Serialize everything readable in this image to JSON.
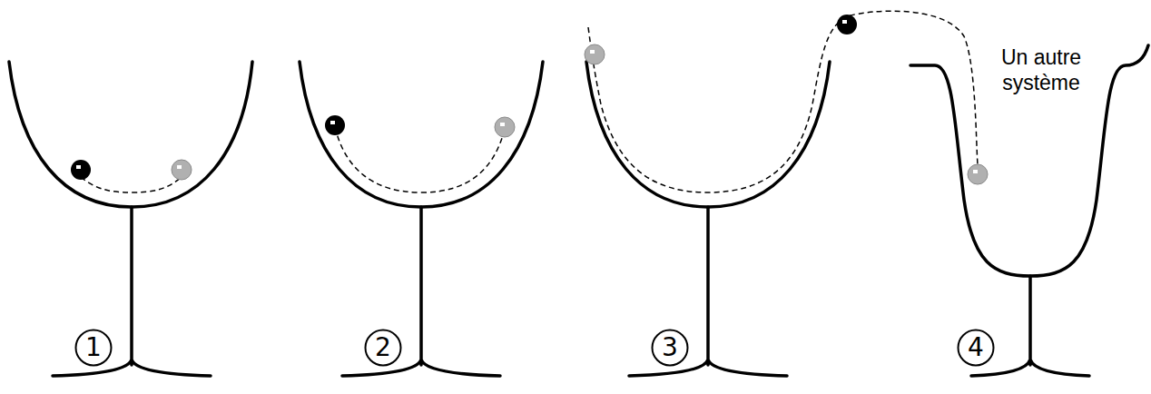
{
  "diagram": {
    "nodes": [
      {
        "text": [
          "1"
        ]
      },
      {
        "text": [
          "2"
        ]
      },
      {
        "text": [
          "3"
        ]
      },
      {
        "text": [
          "4"
        ]
      }
    ],
    "labels": [
      "Un autre système"
    ]
  }
}
